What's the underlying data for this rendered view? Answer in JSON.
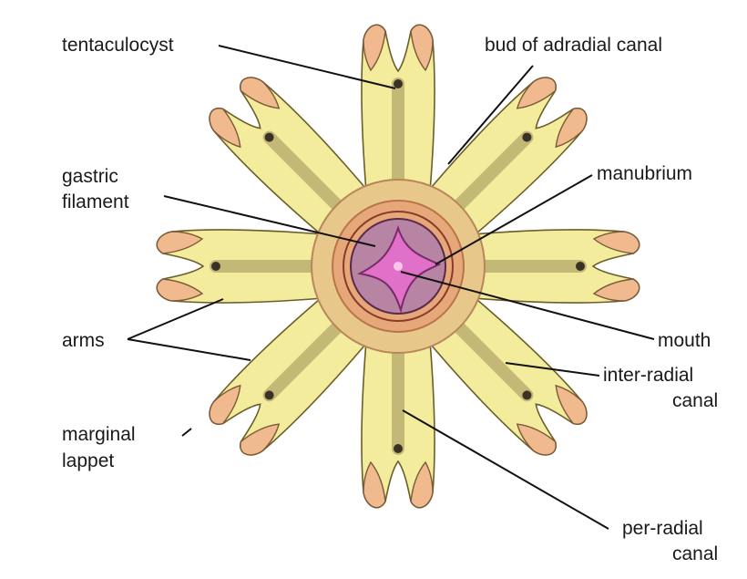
{
  "diagram": {
    "labels": {
      "tentaculocyst": "tentaculocyst",
      "bud_adradial": "bud of adradial canal",
      "gastric": "gastric",
      "filament": "filament",
      "manubrium": "manubrium",
      "arms": "arms",
      "mouth": "mouth",
      "inter_radial_1": "inter-radial",
      "inter_radial_2": "canal",
      "marginal": "marginal",
      "lappet": "lappet",
      "per_radial_1": "per-radial",
      "per_radial_2": "canal"
    },
    "colors": {
      "arm": "#f3ec9c",
      "lappet_tip": "#f0b98e",
      "ring": "#d9a070",
      "mouth": "#e070c8",
      "manubrium": "#8a3a6a"
    }
  }
}
